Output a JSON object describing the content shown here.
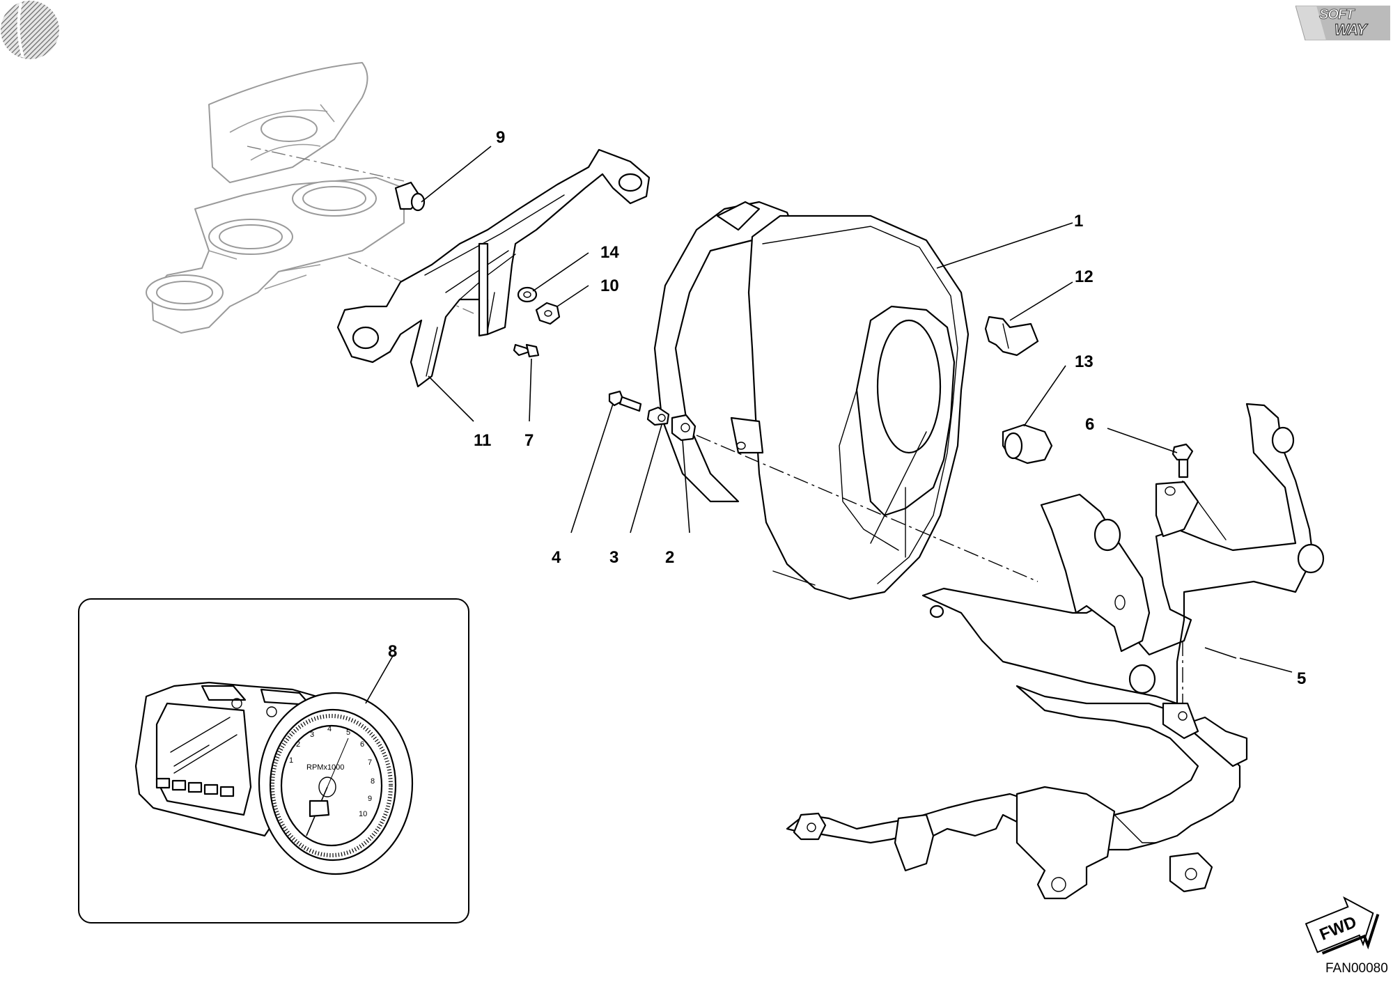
{
  "callouts": [
    {
      "id": "1",
      "label": "1"
    },
    {
      "id": "2",
      "label": "2"
    },
    {
      "id": "3",
      "label": "3"
    },
    {
      "id": "4",
      "label": "4"
    },
    {
      "id": "5",
      "label": "5"
    },
    {
      "id": "6",
      "label": "6"
    },
    {
      "id": "7",
      "label": "7"
    },
    {
      "id": "8",
      "label": "8"
    },
    {
      "id": "9",
      "label": "9"
    },
    {
      "id": "10",
      "label": "10"
    },
    {
      "id": "11",
      "label": "11"
    },
    {
      "id": "12",
      "label": "12"
    },
    {
      "id": "13",
      "label": "13"
    },
    {
      "id": "14",
      "label": "14"
    }
  ],
  "logo": {
    "line1": "SOFT",
    "line2": "WAY"
  },
  "fwd_label": "FWD",
  "drawing_code": "FAN00080",
  "colors": {
    "line": "#000000",
    "ghost": "#9a9a9a",
    "background": "#ffffff"
  }
}
